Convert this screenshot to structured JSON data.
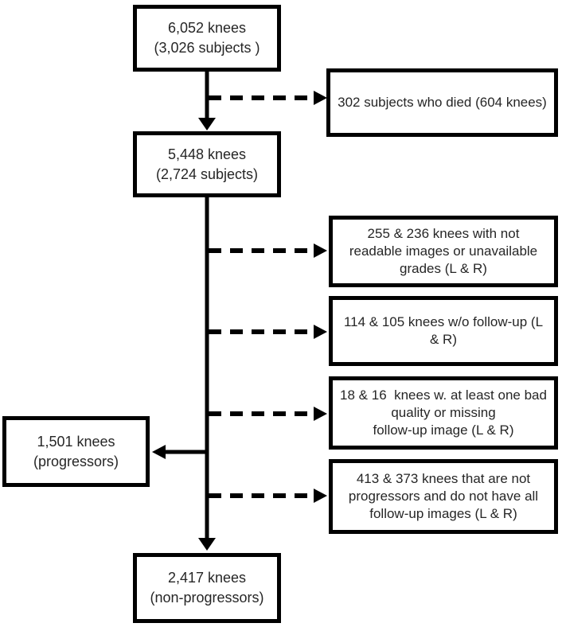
{
  "colors": {
    "line": "#000000",
    "box_border": "#000000",
    "box_fill": "#ffffff",
    "background": "#ffffff",
    "text": "#262626"
  },
  "boxes": {
    "initial": {
      "text": "6,052 knees\n(3,026 subjects )"
    },
    "died": {
      "text": "302 subjects who died (604 knees)"
    },
    "remaining": {
      "text": "5,448 knees\n(2,724 subjects)"
    },
    "excl_unreadable": {
      "text": "255 & 236 knees with not\nreadable images or unavailable\ngrades (L & R)"
    },
    "excl_no_followup": {
      "text": "114 & 105 knees w/o follow-up (L\n& R)"
    },
    "excl_bad_quality": {
      "text": "18 & 16  knees w. at least one bad\nquality or missing\nfollow-up image (L & R)"
    },
    "excl_not_progressors": {
      "text": "413 & 373 knees that are not\nprogressors and do not have all\nfollow-up images (L & R)"
    },
    "progressors": {
      "text": "1,501 knees\n(progressors)"
    },
    "non_progressors": {
      "text": "2,417 knees\n(non-progressors)"
    }
  }
}
